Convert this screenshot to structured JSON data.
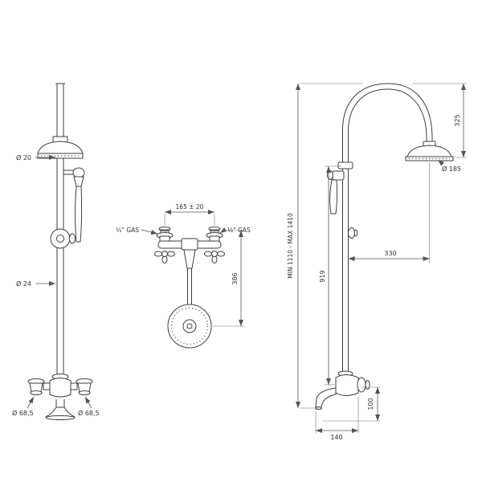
{
  "drawing": {
    "type": "technical-dimension-drawing",
    "subject": "wall-mounted shower column with hand shower and tub spout, three orthographic views",
    "colors": {
      "background": "#ffffff",
      "line": "#3f3f3f",
      "dimension": "#555555",
      "text": "#333333"
    },
    "front_view": {
      "head_pipe_diameter": "Ø 20",
      "riser_diameter": "Ø 24",
      "left_handle_diameter": "Ø 68,5",
      "right_handle_diameter": "Ø 68,5"
    },
    "top_view": {
      "centers_distance": "165 ± 20",
      "left_connection": "½\" GAS",
      "right_connection": "½\" GAS",
      "head_projection": "386"
    },
    "side_view": {
      "arc_height": "325",
      "head_diameter": "Ø 185",
      "head_reach": "330",
      "column_height": "919",
      "total_height_range": "MIN 1110 - MAX 1410",
      "spout_drop": "100",
      "spout_reach": "140"
    }
  }
}
